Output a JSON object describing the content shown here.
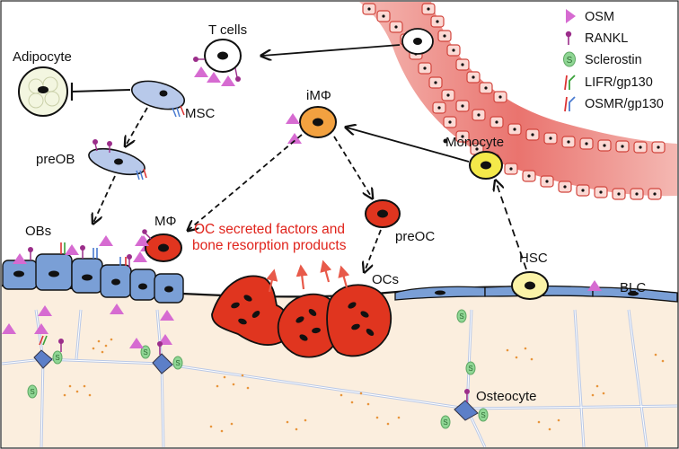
{
  "labels": {
    "t_cells": "T cells",
    "adipocyte": "Adipocyte",
    "msc": "MSC",
    "pre_ob": "preOB",
    "obs": "OBs",
    "macrophage": "MΦ",
    "inflammatory_macrophage": "iMΦ",
    "pre_oc": "preOC",
    "ocs": "OCs",
    "monocyte": "Monocyte",
    "hsc": "HSC",
    "blc": "BLC",
    "osteocyte": "Osteocyte",
    "oc_factors_line1": "OC secreted factors and",
    "oc_factors_line2": "bone resorption products"
  },
  "legend": [
    {
      "label": "OSM",
      "icon": "triangle-icon",
      "color": "#d66bd1"
    },
    {
      "label": "RANKL",
      "icon": "lollipop-icon",
      "color": "#9b2d8a"
    },
    {
      "label": "Sclerostin",
      "icon": "sclerostin-s-icon",
      "color": "#8fd694"
    },
    {
      "label": "LIFR/gp130",
      "icon": "lifr-receptor-icon",
      "color": "#3aa13a"
    },
    {
      "label": "OSMR/gp130",
      "icon": "osmr-receptor-icon",
      "color": "#4a7bd0"
    }
  ],
  "colors": {
    "osm": "#d66bd1",
    "rankl": "#9b2d8a",
    "sclerostin": "#8fd694",
    "osteoclast": "#e0351f",
    "osteoblast": "#7a9fd6",
    "vessel": "#ee7f7a",
    "bone": "#fbeede",
    "annotation_red": "#e0231b"
  }
}
